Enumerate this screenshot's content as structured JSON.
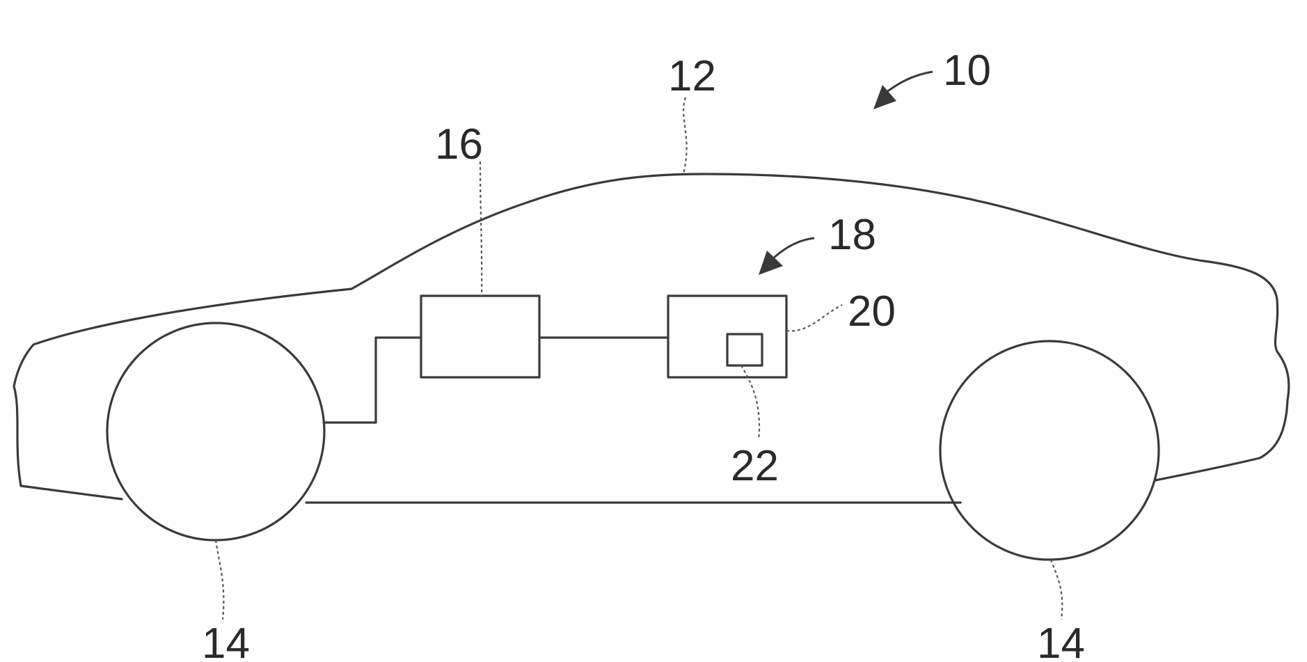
{
  "figure": {
    "labels": {
      "vehicle": "10",
      "body": "12",
      "wheel_front": "14",
      "wheel_rear": "14",
      "powertrain": "16",
      "system": "18",
      "controller": "20",
      "processor": "22"
    },
    "colors": {
      "line": "#3a3a3a",
      "background": "#ffffff"
    }
  }
}
